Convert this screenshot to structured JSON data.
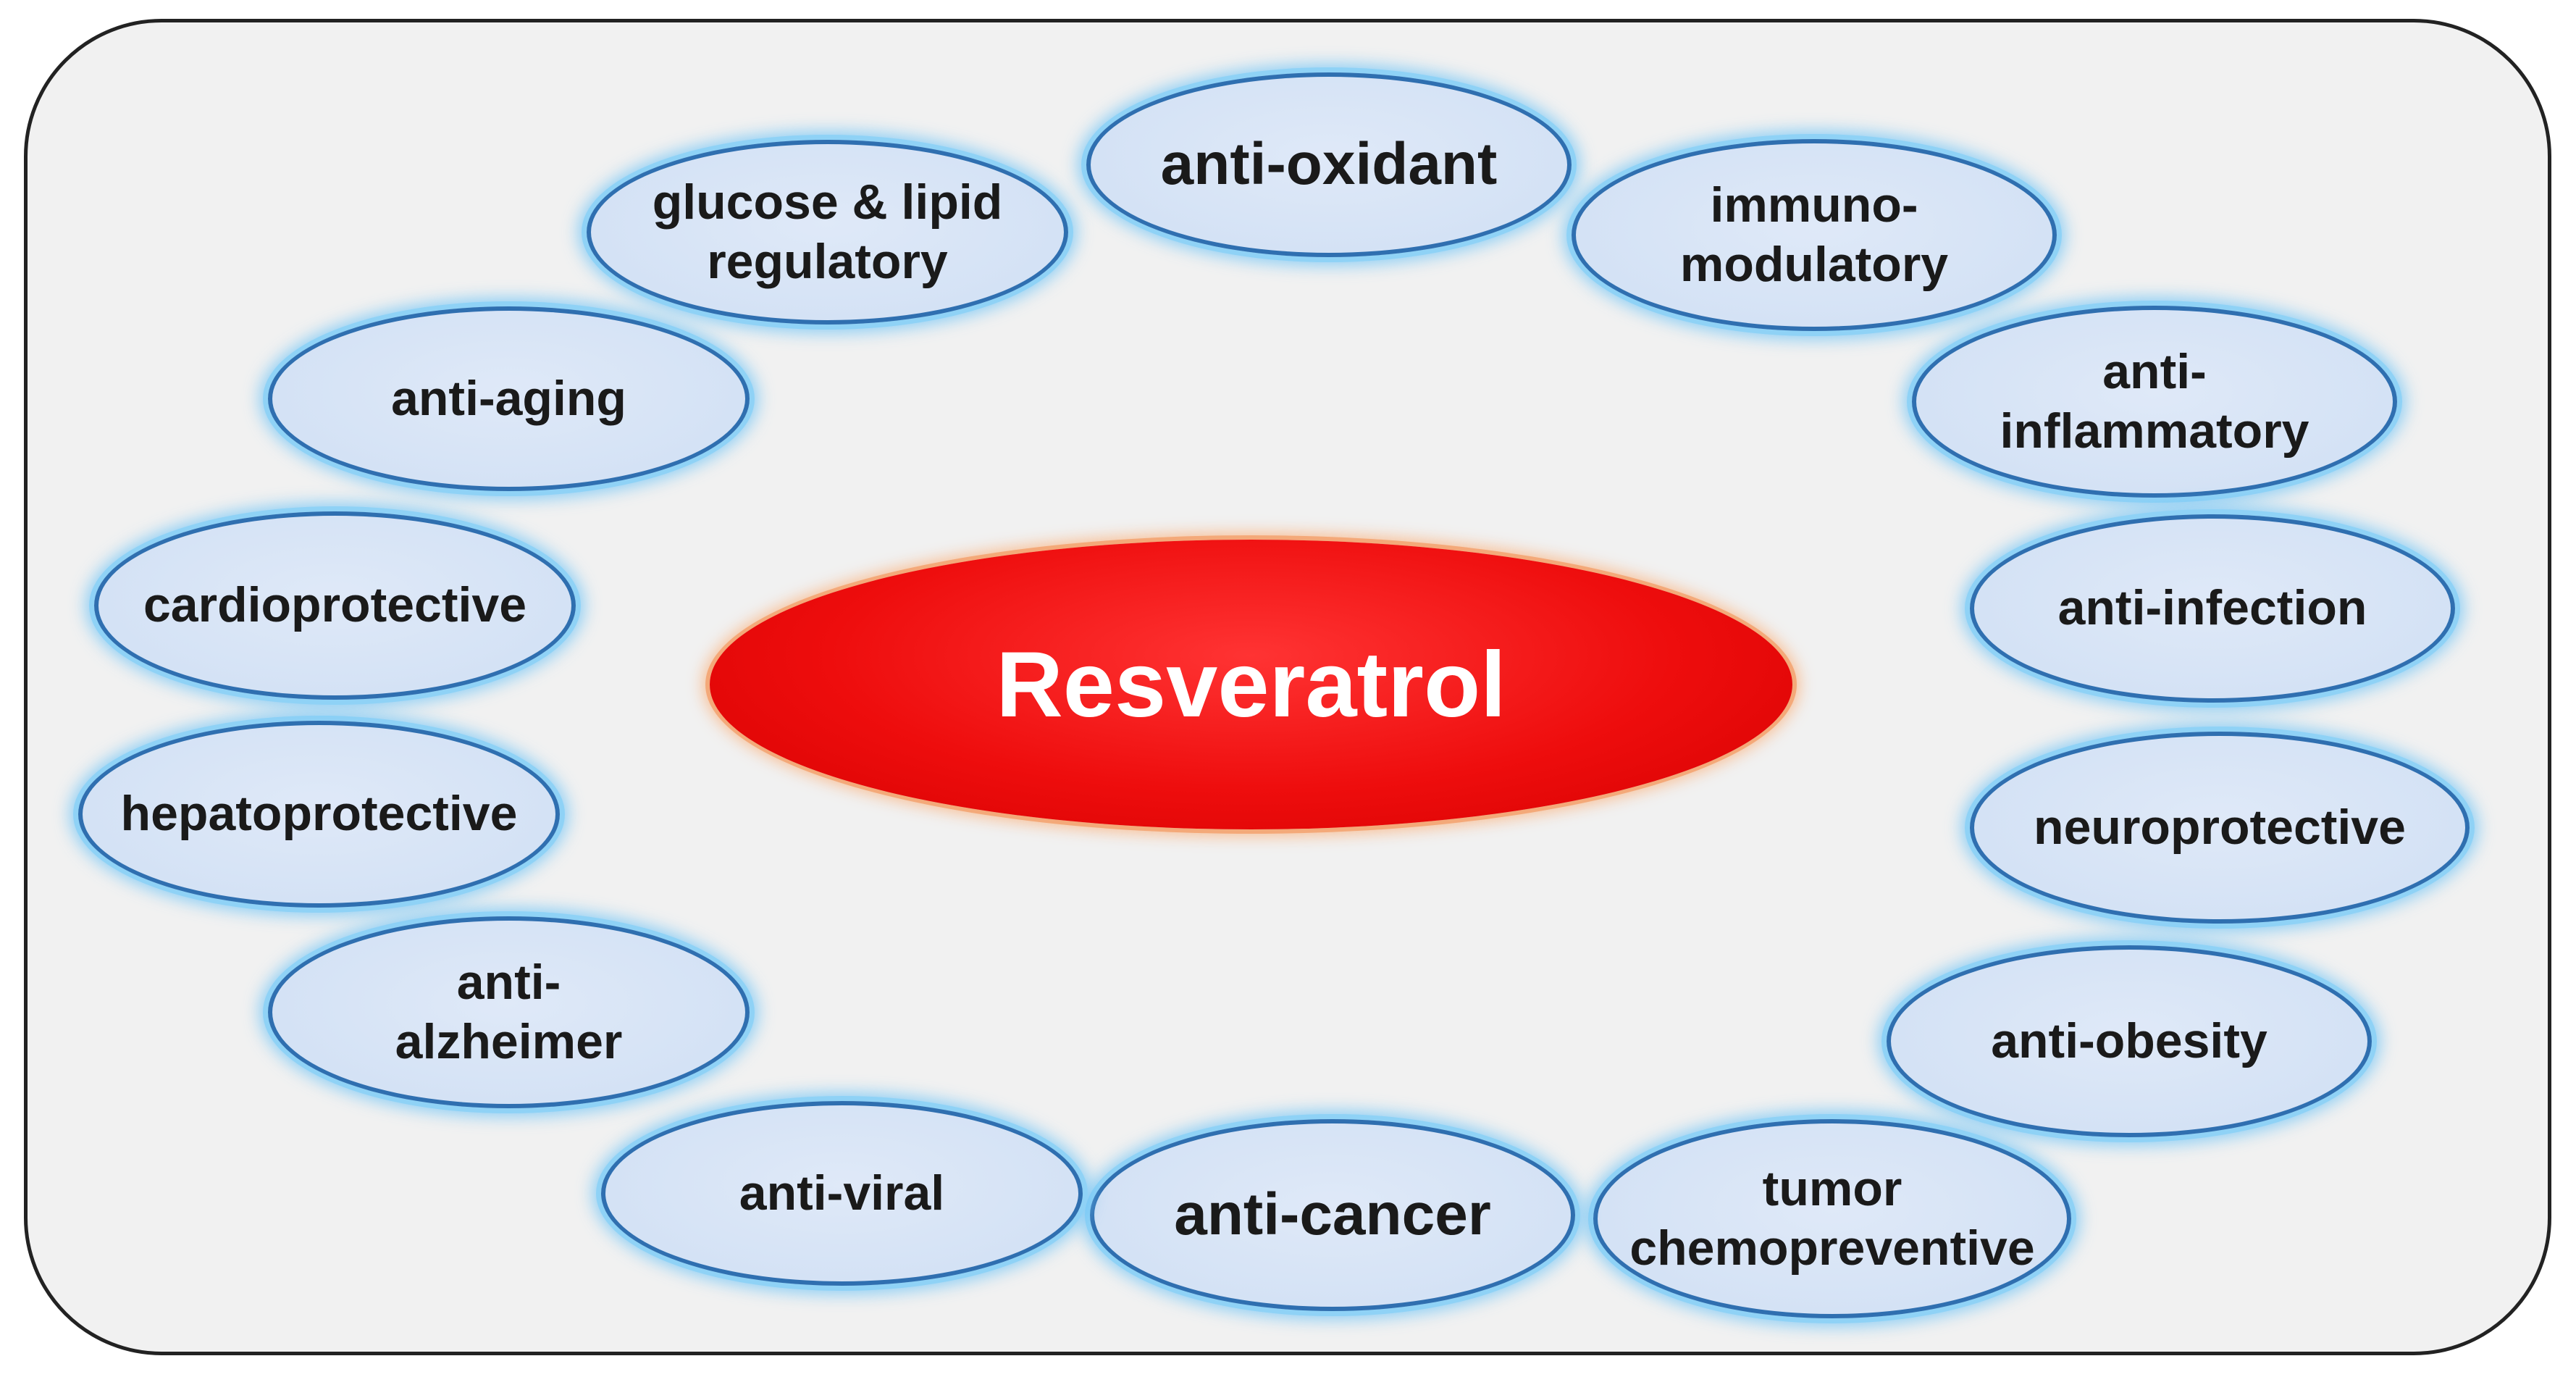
{
  "center_label": "Resveratrol",
  "nodes": {
    "antioxidant": [
      "anti-oxidant"
    ],
    "immunomodulatory": [
      "immuno-",
      "modulatory"
    ],
    "antiinflammatory": [
      "anti-",
      "inflammatory"
    ],
    "antiinfection": [
      "anti-infection"
    ],
    "neuroprotective": [
      "neuroprotective"
    ],
    "antiobesity": [
      "anti-obesity"
    ],
    "tumor": [
      "tumor",
      "chemopreventive"
    ],
    "anticancer": [
      "anti-cancer"
    ],
    "antiviral": [
      "anti-viral"
    ],
    "antialzheimer": [
      "anti-",
      "alzheimer"
    ],
    "hepatoprotective": [
      "hepatoprotective"
    ],
    "cardioprotective": [
      "cardioprotective"
    ],
    "antiaging": [
      "anti-aging"
    ],
    "glucose": [
      "glucose & lipid",
      "regulatory"
    ]
  },
  "colors": {
    "center_fill": "#ee0d0d",
    "node_fill": "#d4e2f5",
    "node_border": "#2f6fb0",
    "node_glow": "#8fd2f6",
    "frame_fill": "#f1f1f1"
  }
}
